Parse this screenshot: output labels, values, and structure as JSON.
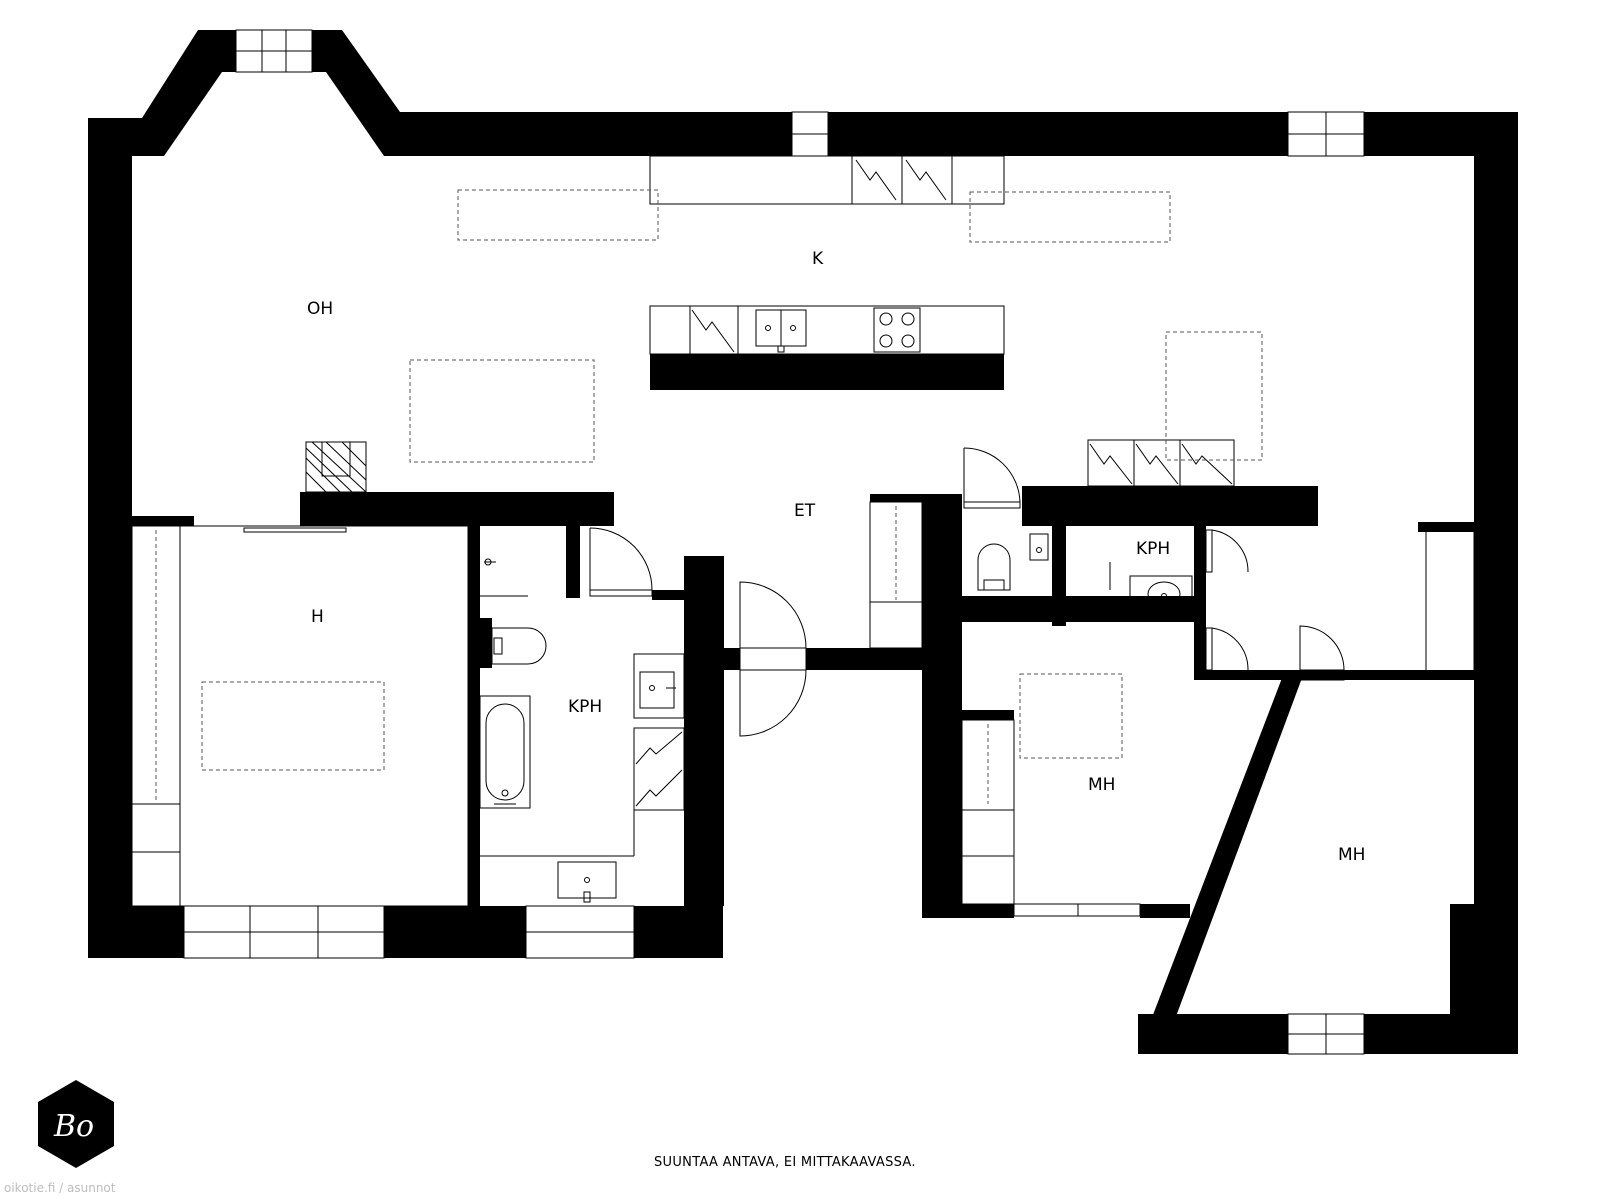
{
  "rooms": {
    "oh": "OH",
    "k": "K",
    "et": "ET",
    "h": "H",
    "kph_main": "KPH",
    "kph_small": "KPH",
    "mh_1": "MH",
    "mh_2": "MH"
  },
  "note": "SUUNTAA ANTAVA, EI MITTAKAAVASSA.",
  "logo": {
    "text": "Bo"
  },
  "watermark": "oikotie.fi / asunnot"
}
